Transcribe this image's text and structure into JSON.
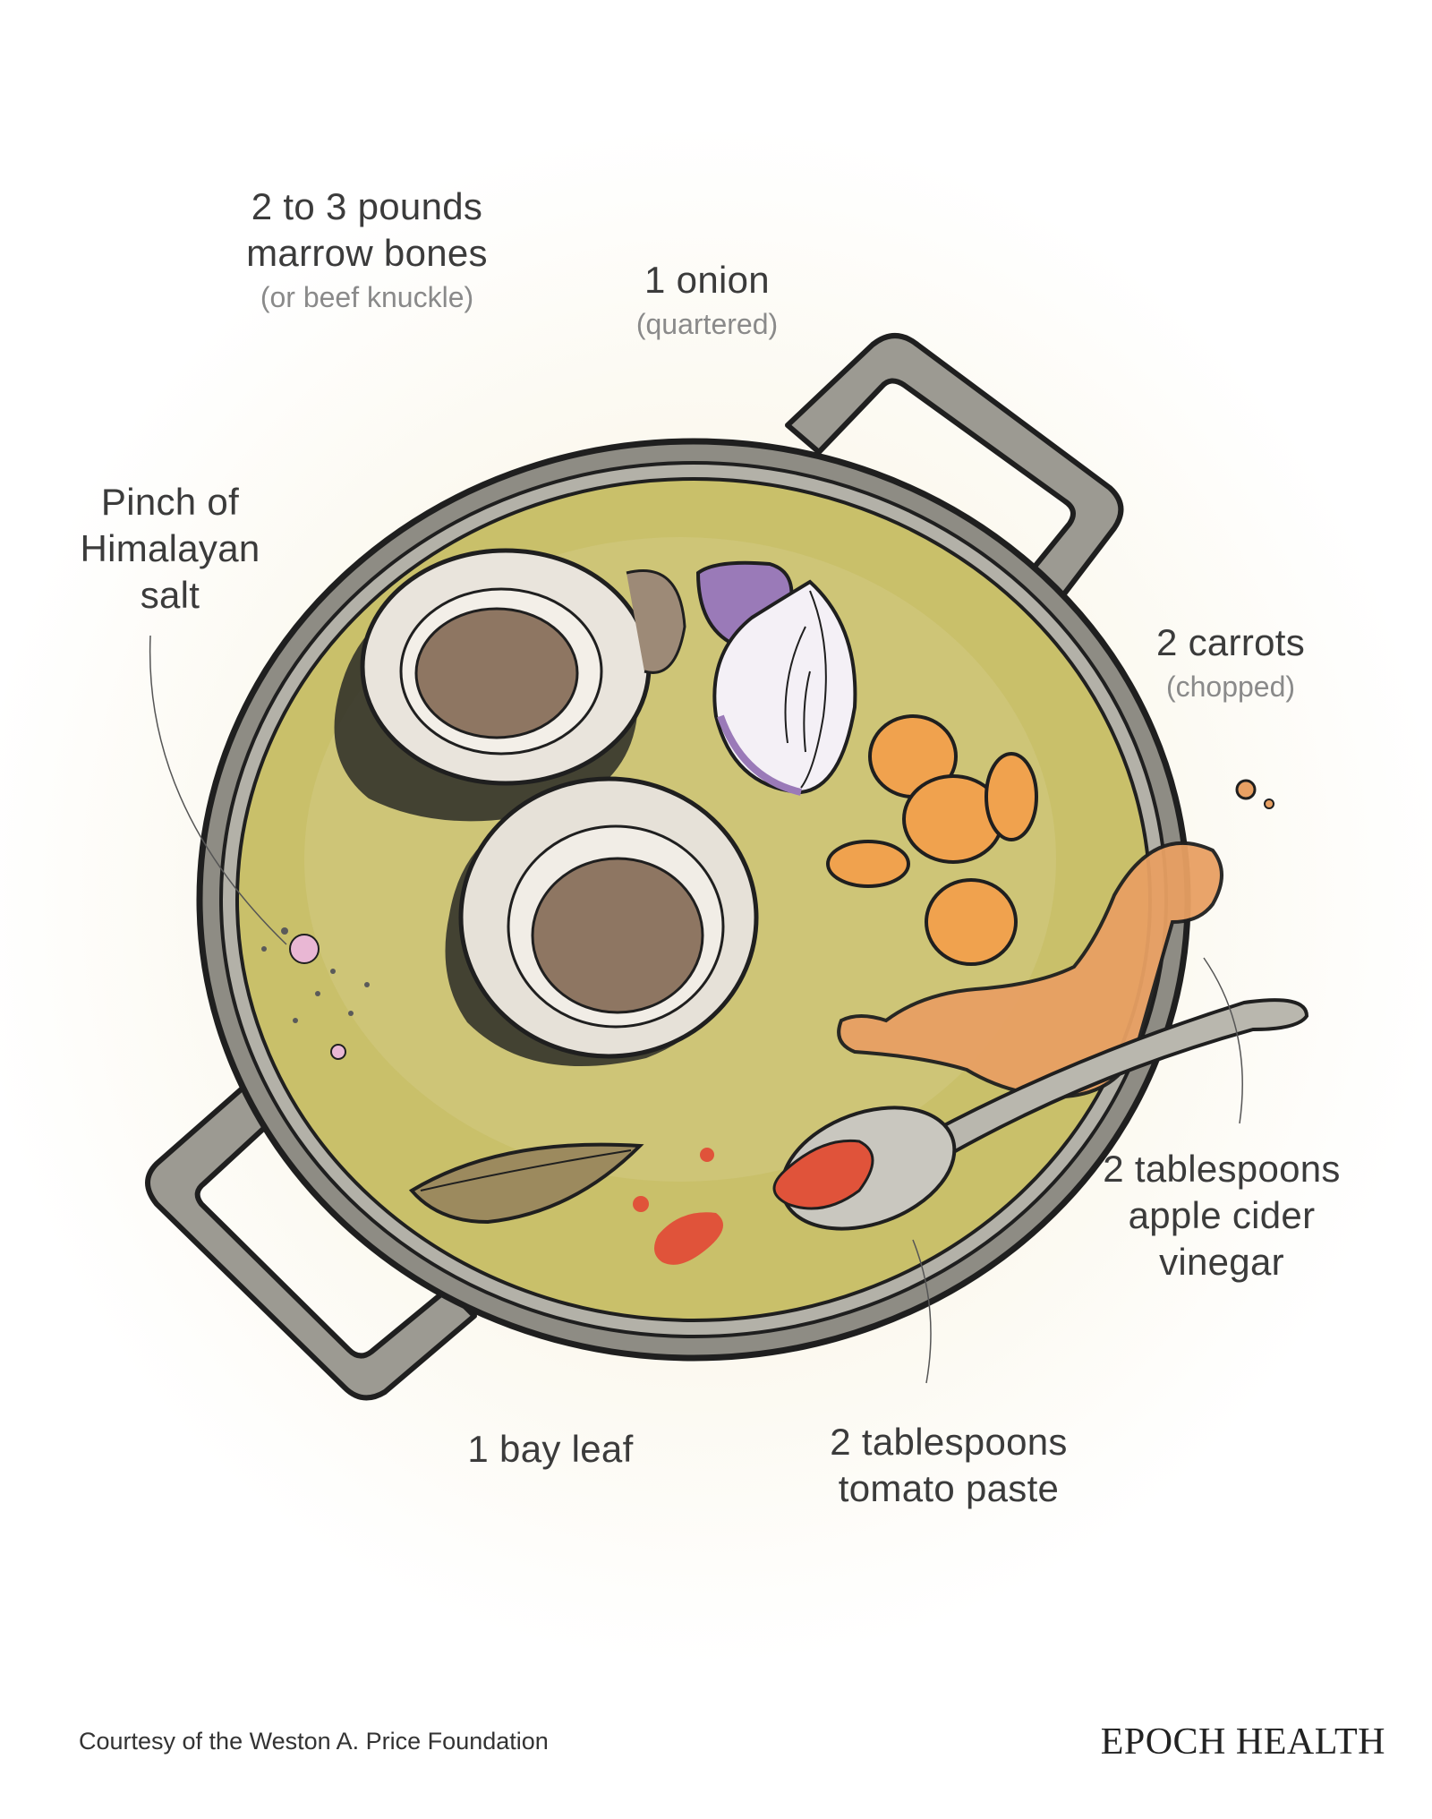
{
  "labels": {
    "marrow_bones": {
      "main_line1": "2 to 3 pounds",
      "main_line2": "marrow bones",
      "sub": "(or beef knuckle)"
    },
    "onion": {
      "main": "1 onion",
      "sub": "(quartered)"
    },
    "salt": {
      "line1": "Pinch of",
      "line2": "Himalayan",
      "line3": "salt"
    },
    "carrots": {
      "main": "2 carrots",
      "sub": "(chopped)"
    },
    "vinegar": {
      "line1": "2 tablespoons",
      "line2": "apple cider",
      "line3": "vinegar"
    },
    "bay_leaf": {
      "main": "1 bay leaf"
    },
    "tomato_paste": {
      "line1": "2 tablespoons",
      "line2": "tomato paste"
    }
  },
  "footer": {
    "credit": "Courtesy of the Weston A. Price Foundation",
    "brand": "EPOCH HEALTH"
  },
  "colors": {
    "broth": "#c9c06a",
    "pot_rim": "#8e8c84",
    "outline": "#1f1f1f",
    "onion_purple": "#9a7ab8",
    "carrot": "#f0a24e",
    "vinegar": "#e8a063",
    "tomato": "#e0533a",
    "bone": "#e9e4dc",
    "marrow": "#8e7662",
    "bay_leaf": "#9c8a5e"
  }
}
